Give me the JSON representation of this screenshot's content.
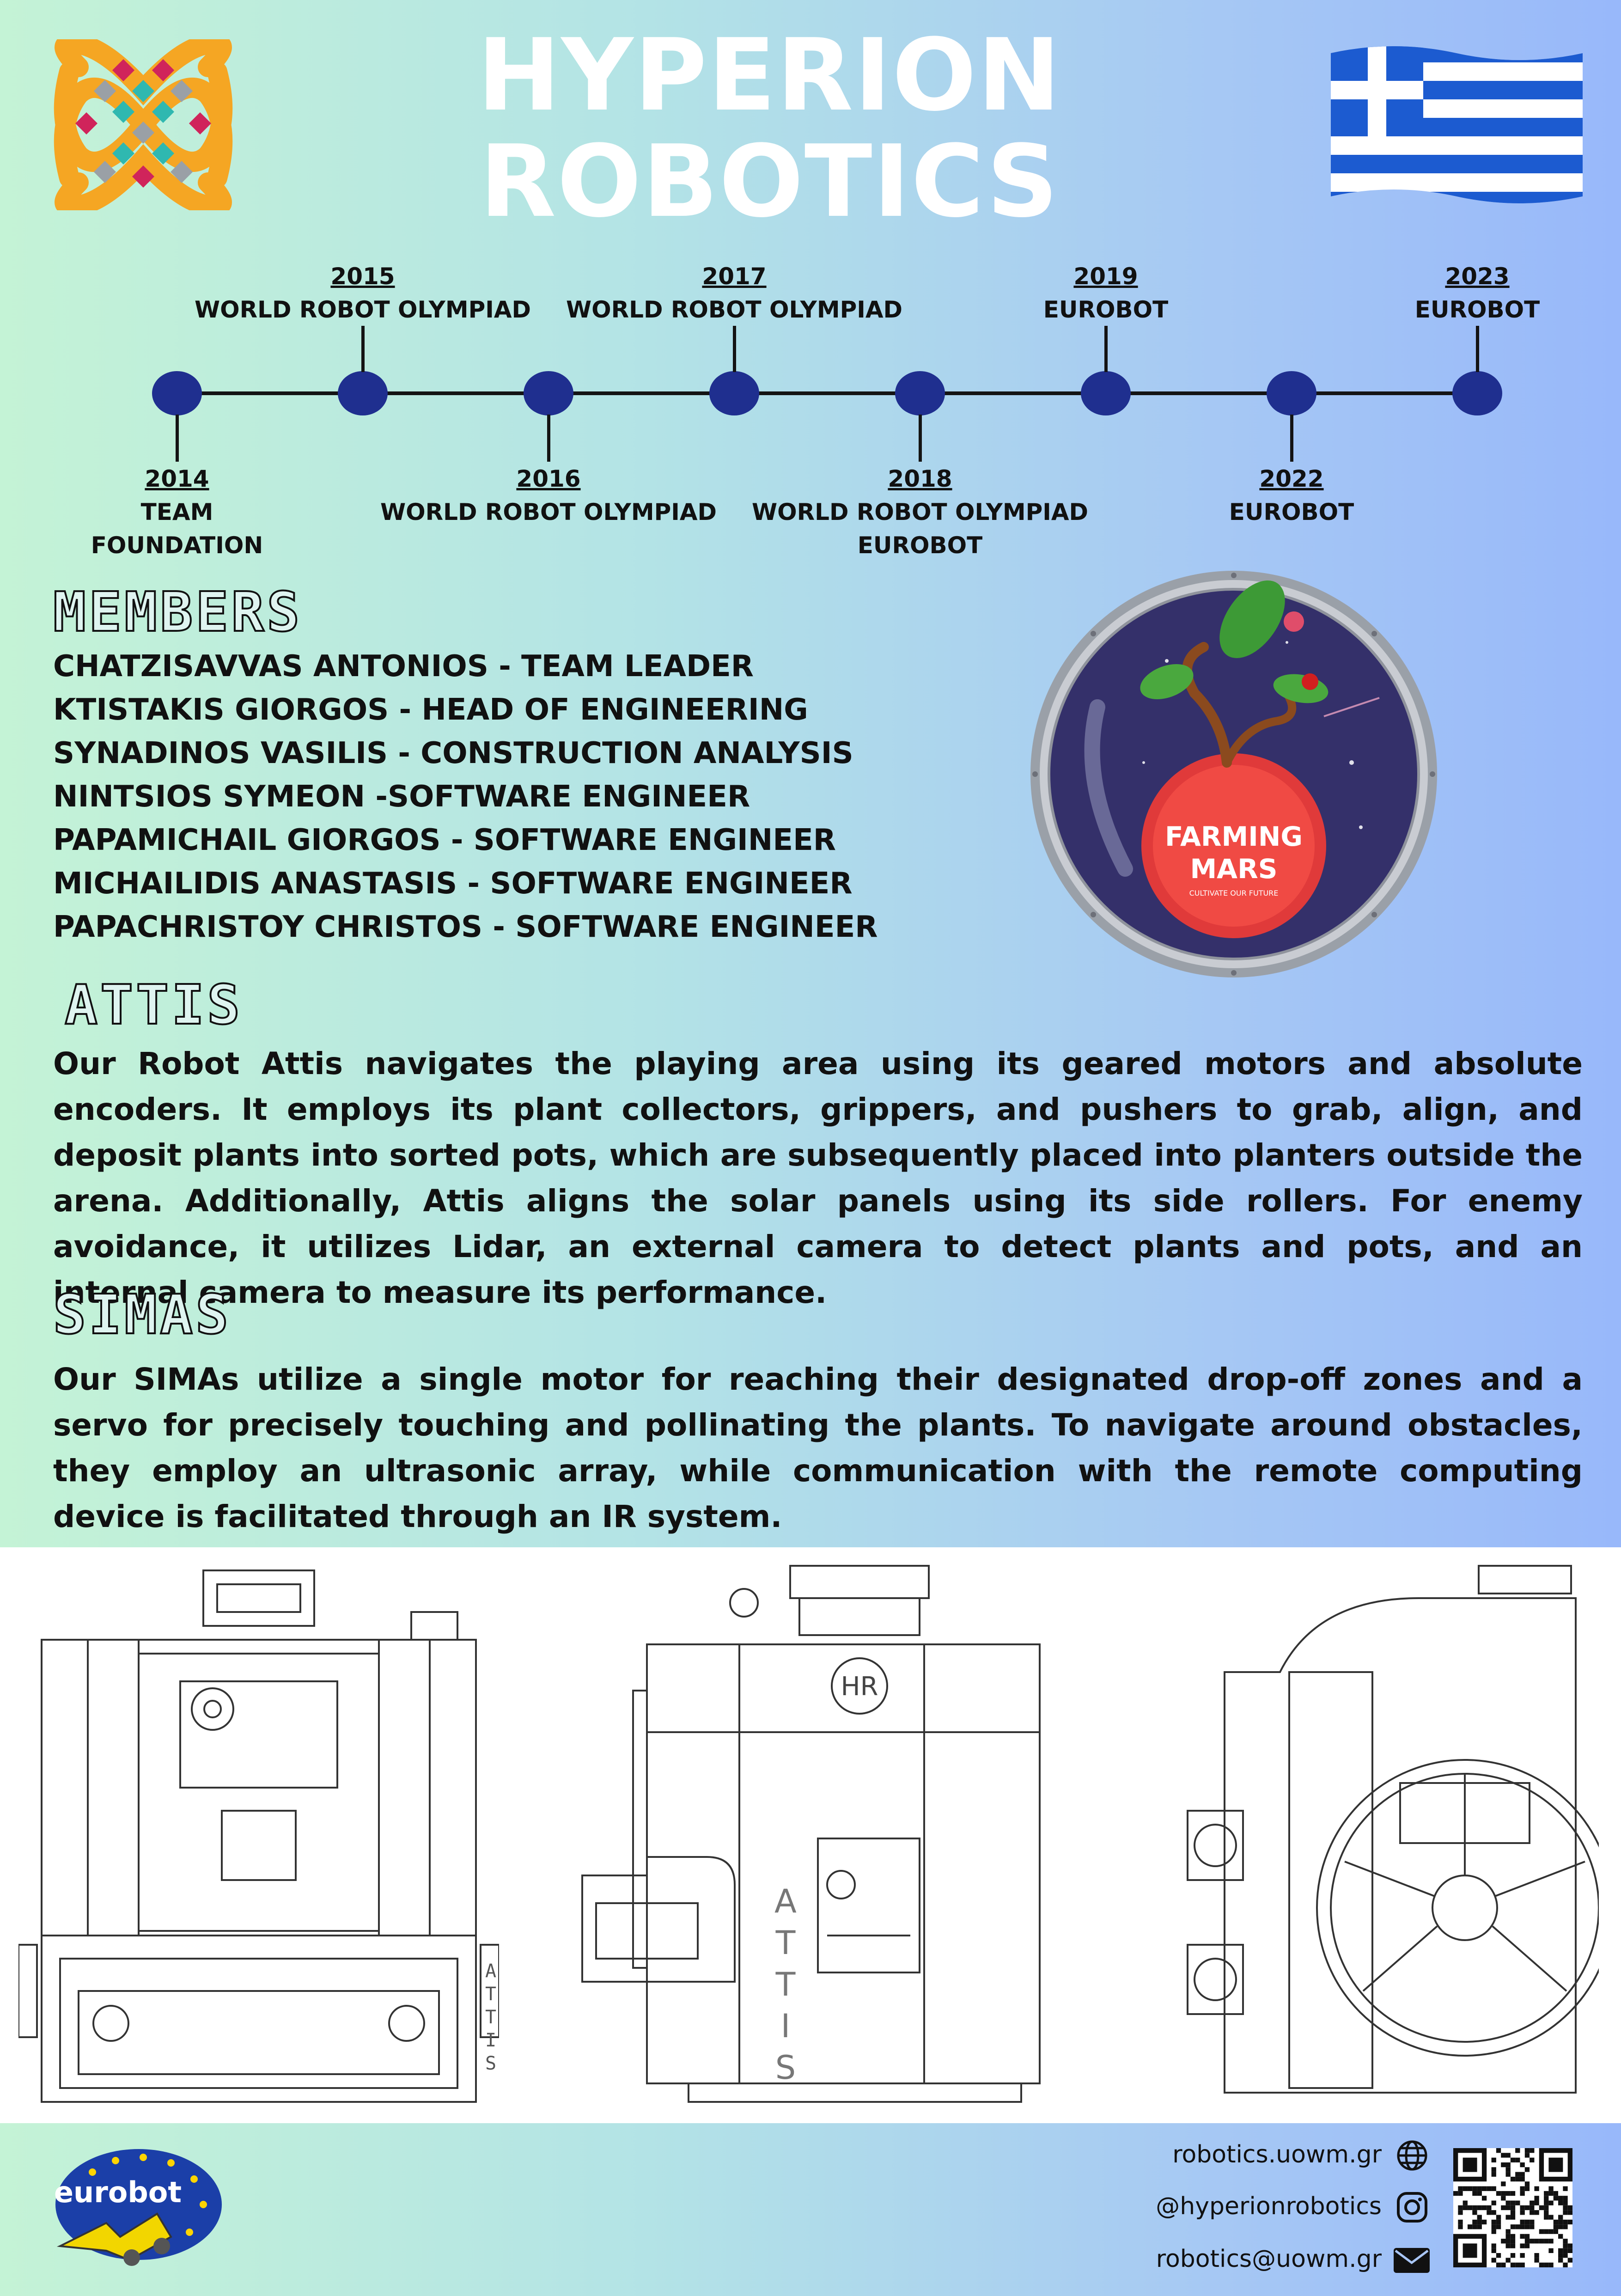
{
  "header": {
    "title_line1": "HYPERION",
    "title_line2": "ROBOTICS",
    "logo_icon": "hyperion-knot-logo",
    "flag_icon": "greece-flag"
  },
  "timeline": {
    "events": [
      {
        "year": "2014",
        "lines": [
          "TEAM",
          "FOUNDATION"
        ],
        "side": "below"
      },
      {
        "year": "2015",
        "lines": [
          "WORLD ROBOT OLYMPIAD"
        ],
        "side": "above"
      },
      {
        "year": "2016",
        "lines": [
          "WORLD ROBOT OLYMPIAD"
        ],
        "side": "below"
      },
      {
        "year": "2017",
        "lines": [
          "WORLD ROBOT OLYMPIAD"
        ],
        "side": "above"
      },
      {
        "year": "2018",
        "lines": [
          "WORLD ROBOT OLYMPIAD",
          "EUROBOT"
        ],
        "side": "below"
      },
      {
        "year": "2019",
        "lines": [
          "EUROBOT"
        ],
        "side": "above"
      },
      {
        "year": "2022",
        "lines": [
          "EUROBOT"
        ],
        "side": "below"
      },
      {
        "year": "2023",
        "lines": [
          "EUROBOT"
        ],
        "side": "above"
      }
    ]
  },
  "members": {
    "heading": "MEMBERS",
    "list": [
      "CHATZISAVVAS ANTONIOS - TEAM LEADER",
      "KTISTAKIS GIORGOS - HEAD OF ENGINEERING",
      "SYNADINOS VASILIS - CONSTRUCTION ANALYSIS",
      "NINTSIOS SYMEON -SOFTWARE ENGINEER",
      "PAPAMICHAIL GIORGOS - SOFTWARE ENGINEER",
      "MICHAILIDIS ANASTASIS - SOFTWARE ENGINEER",
      "PAPACHRISTOY CHRISTOS - SOFTWARE ENGINEER"
    ]
  },
  "badge": {
    "line1": "FARMING",
    "line2": "MARS",
    "tagline": "CULTIVATE OUR FUTURE"
  },
  "attis": {
    "heading": "ATTIS",
    "text": "Our Robot Attis navigates the playing area using its geared motors and absolute encoders. It employs its plant collectors, grippers, and pushers to grab, align, and deposit plants into sorted pots, which are subsequently placed into planters outside the arena. Additionally, Attis aligns the solar panels using its side rollers. For enemy avoidance, it utilizes Lidar, an external camera to detect plants and pots, and an internal camera to measure its performance."
  },
  "simas": {
    "heading": "SIMAS",
    "text": "Our SIMAs utilize a single motor for reaching their designated drop-off zones and a servo for precisely touching and pollinating the plants. To navigate around obstacles, they employ an ultrasonic array, while communication with the remote computing device is facilitated through an IR system."
  },
  "drawings": {
    "side_label": "ATTIS",
    "front_letters": [
      "A",
      "T",
      "T",
      "I",
      "S"
    ],
    "emblem": "HR"
  },
  "footer": {
    "eurobot_logo_text": "eurobot",
    "website": "robotics.uowm.gr",
    "instagram": "@hyperionrobotics",
    "email": "robotics@uowm.gr",
    "website_icon": "globe-icon",
    "instagram_icon": "instagram-icon",
    "email_icon": "envelope-icon",
    "qr_icon": "qr-code"
  },
  "colors": {
    "timeline_dot": "#1f2f8f",
    "flag_blue": "#1c5bd0",
    "logo_orange": "#f5a623"
  }
}
